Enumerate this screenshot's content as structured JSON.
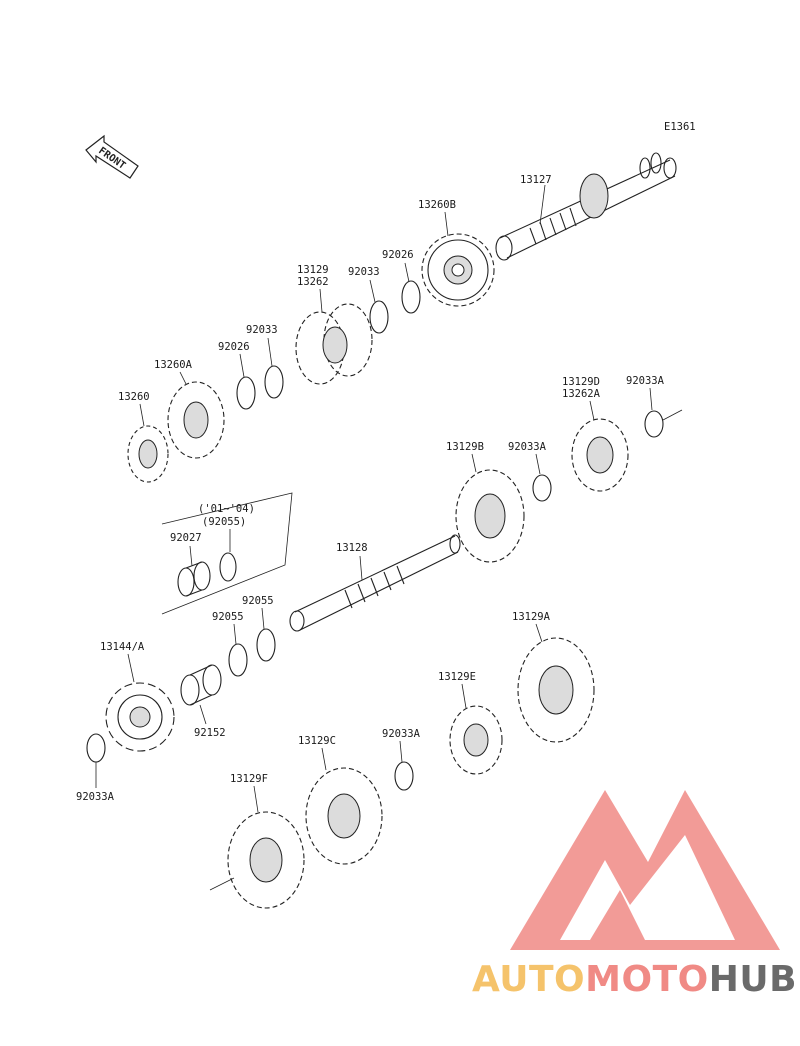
{
  "diagram_code": "E1361",
  "front_label": "FRONT",
  "bracket_note": "('01~'04)",
  "bracket_note_part": "(92055)",
  "labels": {
    "p13127": "13127",
    "p13260B": "13260B",
    "p92026_top": "92026",
    "p92033_top": "92033",
    "p13129": "13129",
    "p13262": "13262",
    "p92033_mid": "92033",
    "p92026_mid": "92026",
    "p13260A": "13260A",
    "p13260": "13260",
    "p13129D": "13129D",
    "p13262A": "13262A",
    "p92033A_top": "92033A",
    "p13129B": "13129B",
    "p92033A_mid": "92033A",
    "p92027": "92027",
    "p13128": "13128",
    "p92055_a": "92055",
    "p92055_b": "92055",
    "p13144A": "13144/A",
    "p92152": "92152",
    "p13129A": "13129A",
    "p13129E": "13129E",
    "p92033A_low": "92033A",
    "p13129C": "13129C",
    "p13129F": "13129F",
    "p92033A_left": "92033A"
  },
  "watermark": {
    "part1": "AUTO",
    "part2": "MOTO",
    "part3": "HUB",
    "colors": {
      "auto": "#f5c36b",
      "moto": "#f08a85",
      "hub": "#6a6a6a",
      "logo": "#f08a85"
    }
  }
}
